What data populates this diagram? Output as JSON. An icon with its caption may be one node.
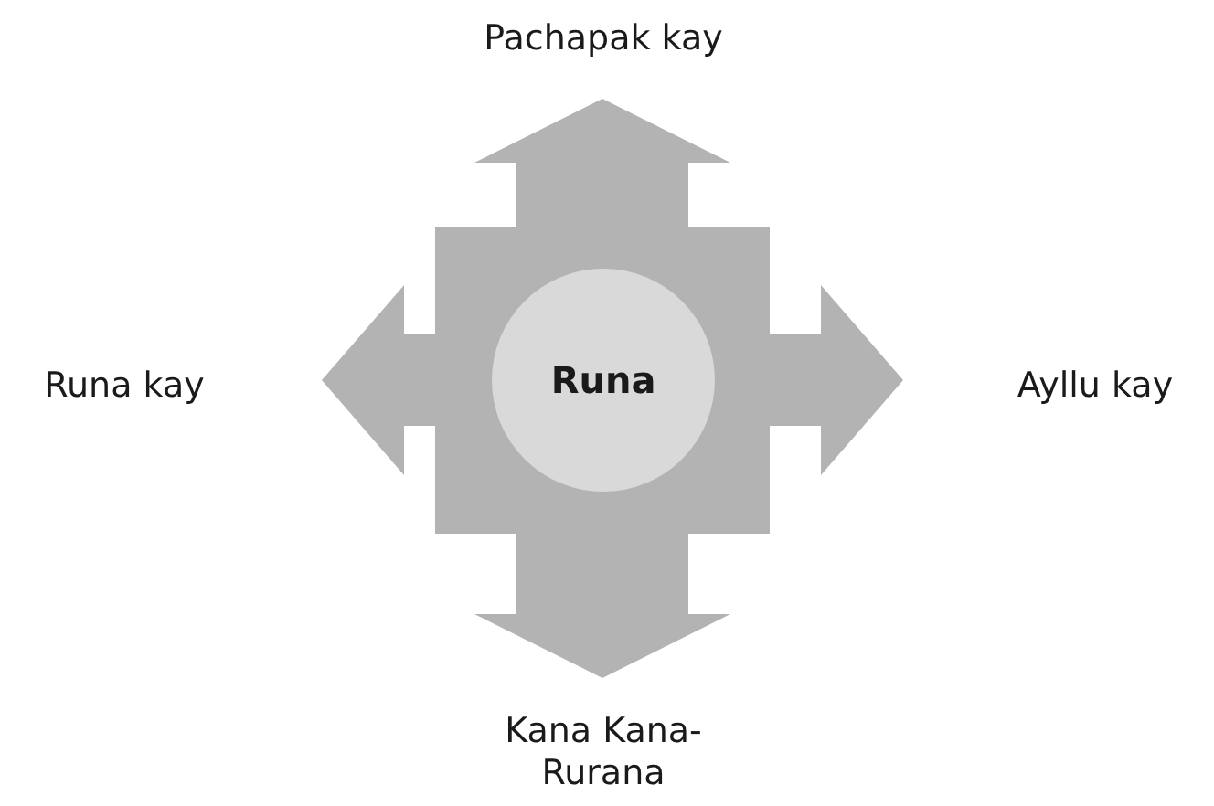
{
  "diagram": {
    "nodes": [
      {
        "text": [],
        "shape": "box"
      },
      {
        "text": [
          "Runa"
        ],
        "in": 0
      },
      {
        "text": [
          "Pachapak kay"
        ]
      },
      {
        "text": [
          "Runa kay"
        ]
      },
      {
        "text": [
          "Ayllu kay"
        ]
      },
      {
        "text": [
          "Kana Kana-Rurana"
        ]
      }
    ],
    "edges": [
      {
        "from": 0,
        "to": 2,
        "arrow": "to",
        "style": "thick"
      },
      {
        "from": 0,
        "to": 3,
        "arrow": "to",
        "style": "thick"
      },
      {
        "from": 0,
        "to": 4,
        "arrow": "to",
        "style": "thick"
      },
      {
        "from": 0,
        "to": 5,
        "arrow": "to",
        "style": "thick"
      }
    ]
  }
}
